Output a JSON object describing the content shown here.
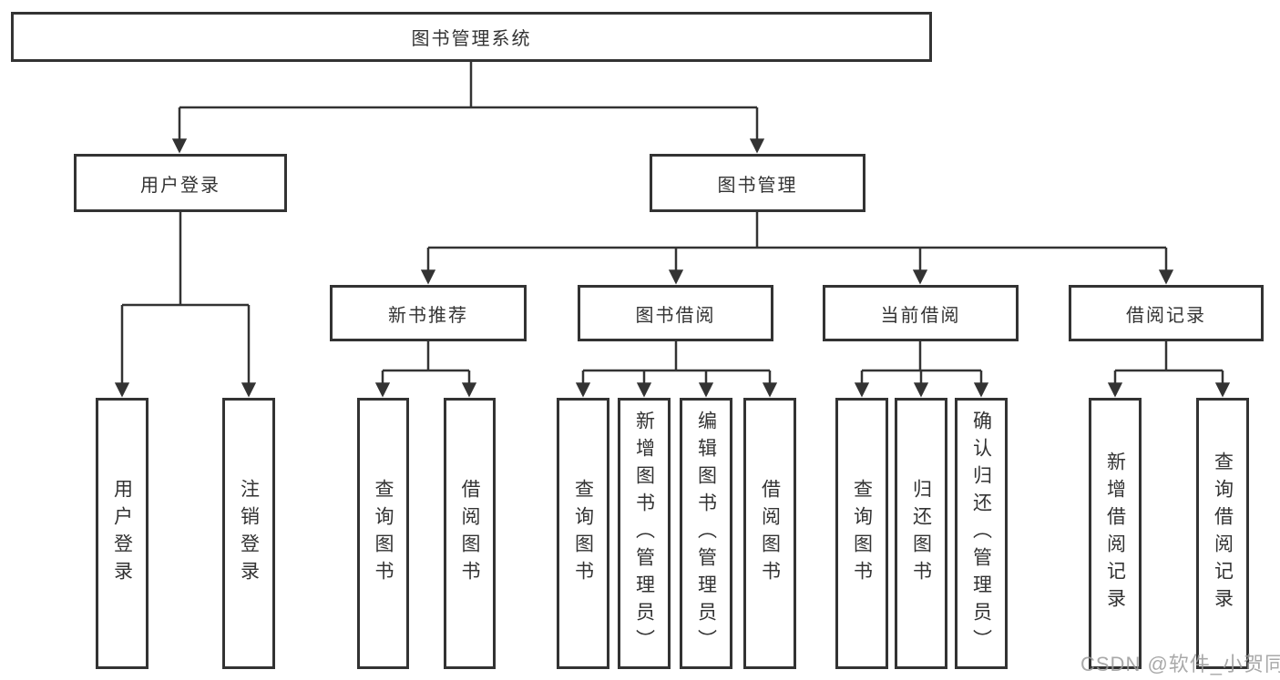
{
  "diagram_type": "hierarchy",
  "tree": {
    "label": "图书管理系统",
    "children": [
      {
        "label": "用户登录",
        "children": [
          {
            "label": "用户登录"
          },
          {
            "label": "注销登录"
          }
        ]
      },
      {
        "label": "图书管理",
        "children": [
          {
            "label": "新书推荐",
            "children": [
              {
                "label": "查询图书"
              },
              {
                "label": "借阅图书"
              }
            ]
          },
          {
            "label": "图书借阅",
            "children": [
              {
                "label": "查询图书"
              },
              {
                "label": "新增图书（管理员）"
              },
              {
                "label": "编辑图书（管理员）"
              },
              {
                "label": "借阅图书"
              }
            ]
          },
          {
            "label": "当前借阅",
            "children": [
              {
                "label": "查询图书"
              },
              {
                "label": "归还图书"
              },
              {
                "label": "确认归还（管理员）"
              }
            ]
          },
          {
            "label": "借阅记录",
            "children": [
              {
                "label": "新增借阅记录"
              },
              {
                "label": "查询借阅记录"
              }
            ]
          }
        ]
      }
    ]
  },
  "watermark": {
    "text": "CSDN @软件_小贺同学"
  },
  "colors": {
    "line": "#333333",
    "box_border": "#333333",
    "text": "#333333",
    "watermark": "#9b9b9b",
    "background": "#ffffff"
  }
}
